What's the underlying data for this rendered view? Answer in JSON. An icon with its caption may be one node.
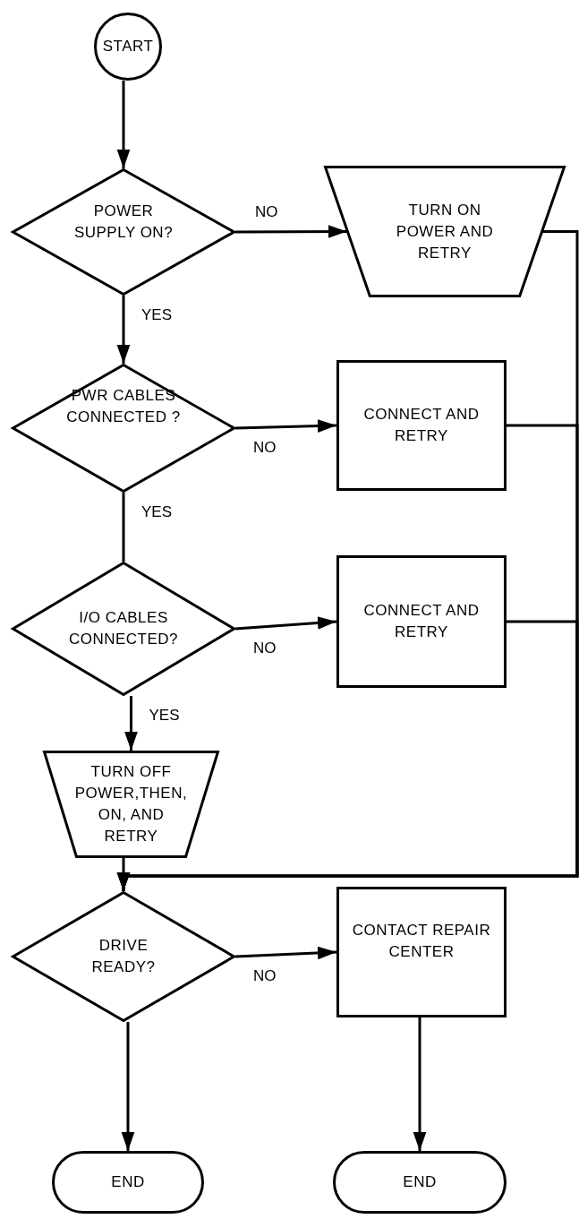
{
  "diagram": {
    "nodes": [
      {
        "text": [
          "START"
        ]
      },
      {
        "text": [
          "POWER SUPPLY ON?"
        ]
      },
      {
        "text": [
          "TURN ON POWER AND RETRY"
        ]
      },
      {
        "text": [
          "PWR CABLES CONNECTED ?"
        ]
      },
      {
        "text": [
          "CONNECT AND RETRY"
        ]
      },
      {
        "text": [
          "I/O CABLES CONNECTED?"
        ]
      },
      {
        "text": [
          "CONNECT AND RETRY"
        ]
      },
      {
        "text": [
          "TURN OFF POWER,THEN, ON, AND RETRY"
        ]
      },
      {
        "text": [
          "DRIVE READY?"
        ]
      },
      {
        "text": [
          "CONTACT REPAIR CENTER"
        ]
      },
      {
        "text": [
          "END"
        ]
      },
      {
        "text": [
          "END"
        ]
      }
    ],
    "edges": [
      {
        "from": 0,
        "to": 1,
        "arrow": "to"
      },
      {
        "from": 1,
        "to": 2,
        "arrow": "to",
        "label": "NO"
      },
      {
        "from": 1,
        "to": 3,
        "arrow": "to",
        "label": "YES"
      },
      {
        "from": 3,
        "to": 4,
        "arrow": "to",
        "label": "NO"
      },
      {
        "from": 3,
        "to": 5,
        "arrow": "none",
        "label": "YES"
      },
      {
        "from": 5,
        "to": 6,
        "arrow": "to",
        "label": "NO"
      },
      {
        "from": 5,
        "to": 7,
        "arrow": "to",
        "label": "YES"
      },
      {
        "from": 7,
        "to": 8,
        "arrow": "none"
      },
      {
        "from": 2,
        "to": 8,
        "arrow": "to"
      },
      {
        "from": 4,
        "to": 8,
        "arrow": "to"
      },
      {
        "from": 6,
        "to": 8,
        "arrow": "to"
      },
      {
        "from": 8,
        "to": 9,
        "arrow": "to",
        "label": "NO"
      },
      {
        "from": 8,
        "to": 10,
        "arrow": "to"
      },
      {
        "from": 9,
        "to": 11,
        "arrow": "to"
      }
    ]
  }
}
